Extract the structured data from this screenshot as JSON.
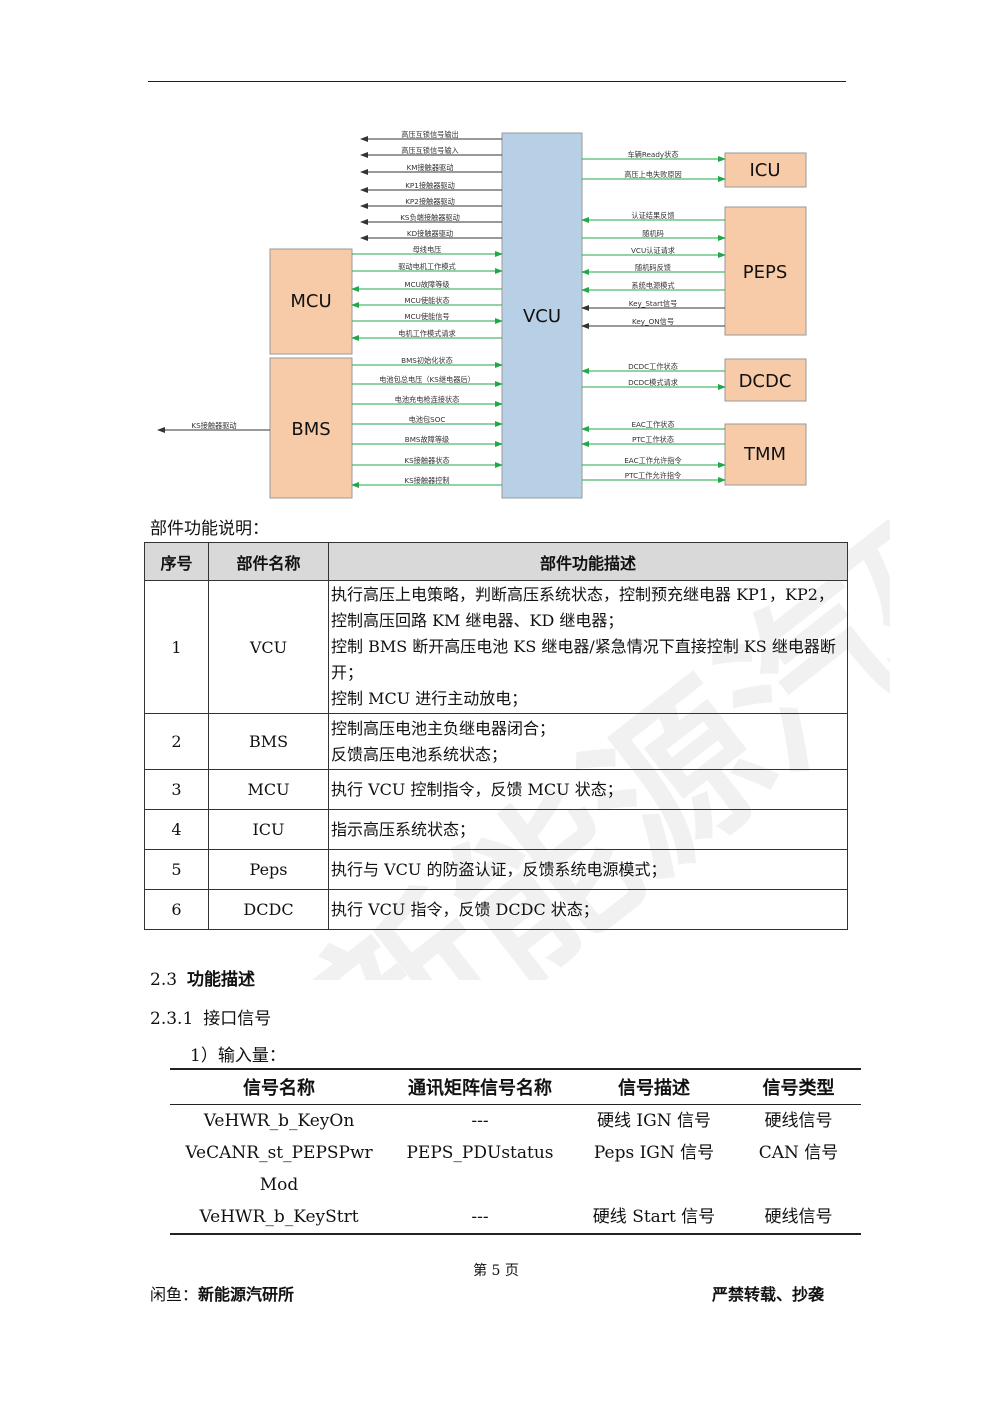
{
  "diagram": {
    "blocks": {
      "vcu": "VCU",
      "mcu": "MCU",
      "bms": "BMS",
      "icu": "ICU",
      "peps": "PEPS",
      "dcdc": "DCDC",
      "tmm": "TMM"
    },
    "left_outputs": [
      "高压互锁信号输出",
      "高压互锁信号输入",
      "KM接触器驱动",
      "KP1接触器驱动",
      "KP2接触器驱动",
      "KS负端接触器驱动",
      "KD接触器驱动"
    ],
    "mcu_signals": [
      "母线电压",
      "驱动电机工作模式",
      "MCU故障等级",
      "MCU使能状态",
      "MCU使能信号",
      "电机工作模式请求"
    ],
    "bms_signals": [
      "BMS初始化状态",
      "电池包总电压（KS继电器后）",
      "电池充电枪连接状态",
      "电池包SOC",
      "BMS故障等级",
      "KS接触器状态",
      "KS接触器控制"
    ],
    "bms_external": "KS接触器驱动",
    "icu_signals": [
      "车辆Ready状态",
      "高压上电失败原因"
    ],
    "peps_signals": [
      "认证结果反馈",
      "随机码",
      "VCU认证请求",
      "随机码反馈",
      "系统电源模式",
      "Key_Start信号",
      "Key_ON信号"
    ],
    "dcdc_signals": [
      "DCDC工作状态",
      "DCDC模式请求"
    ],
    "tmm_signals": [
      "EAC工作状态",
      "PTC工作状态",
      "EAC工作允许指令",
      "PTC工作允许指令"
    ],
    "colors": {
      "block_blue": "#b8d0e6",
      "block_orange": "#f7cba8",
      "arrow_green": "#22a84a",
      "arrow_black": "#333333"
    }
  },
  "watermark": "新能源汽研所",
  "caption": "部件功能说明：",
  "parts_table": {
    "headers": [
      "序号",
      "部件名称",
      "部件功能描述"
    ],
    "rows": [
      {
        "no": "1",
        "name": "VCU",
        "lines": [
          "执行高压上电策略，判断高压系统状态，控制预充继电器 KP1，KP2，控制高压回路 KM 继电器、KD 继电器；",
          "控制 BMS 断开高压电池 KS 继电器/紧急情况下直接控制 KS 继电器断开；",
          "控制 MCU 进行主动放电；"
        ]
      },
      {
        "no": "2",
        "name": "BMS",
        "lines": [
          "控制高压电池主负继电器闭合；",
          "反馈高压电池系统状态；"
        ]
      },
      {
        "no": "3",
        "name": "MCU",
        "lines": [
          "执行 VCU 控制指令，反馈 MCU 状态；"
        ]
      },
      {
        "no": "4",
        "name": "ICU",
        "lines": [
          "指示高压系统状态；"
        ]
      },
      {
        "no": "5",
        "name": "Peps",
        "lines": [
          "执行与 VCU 的防盗认证，反馈系统电源模式；"
        ]
      },
      {
        "no": "6",
        "name": "DCDC",
        "lines": [
          "执行 VCU 指令，反馈 DCDC 状态；"
        ]
      }
    ]
  },
  "section": {
    "num": "2.3",
    "title": "功能描述"
  },
  "subsection": {
    "num": "2.3.1",
    "title": "接口信号"
  },
  "inputs_label": "1）输入量：",
  "inputs_table": {
    "headers": [
      "信号名称",
      "通讯矩阵信号名称",
      "信号描述",
      "信号类型"
    ],
    "rows": [
      [
        "VeHWR_b_KeyOn",
        "---",
        "硬线 IGN 信号",
        "硬线信号"
      ],
      [
        "VeCANR_st_PEPSPwrMod",
        "PEPS_PDUstatus",
        "Peps IGN 信号",
        "CAN 信号"
      ],
      [
        "VeHWR_b_KeyStrt",
        "---",
        "硬线 Start 信号",
        "硬线信号"
      ]
    ]
  },
  "footer": {
    "page": "第 5 页",
    "left_label": "闲鱼：",
    "left_value": "新能源汽研所",
    "right": "严禁转载、抄袭"
  }
}
